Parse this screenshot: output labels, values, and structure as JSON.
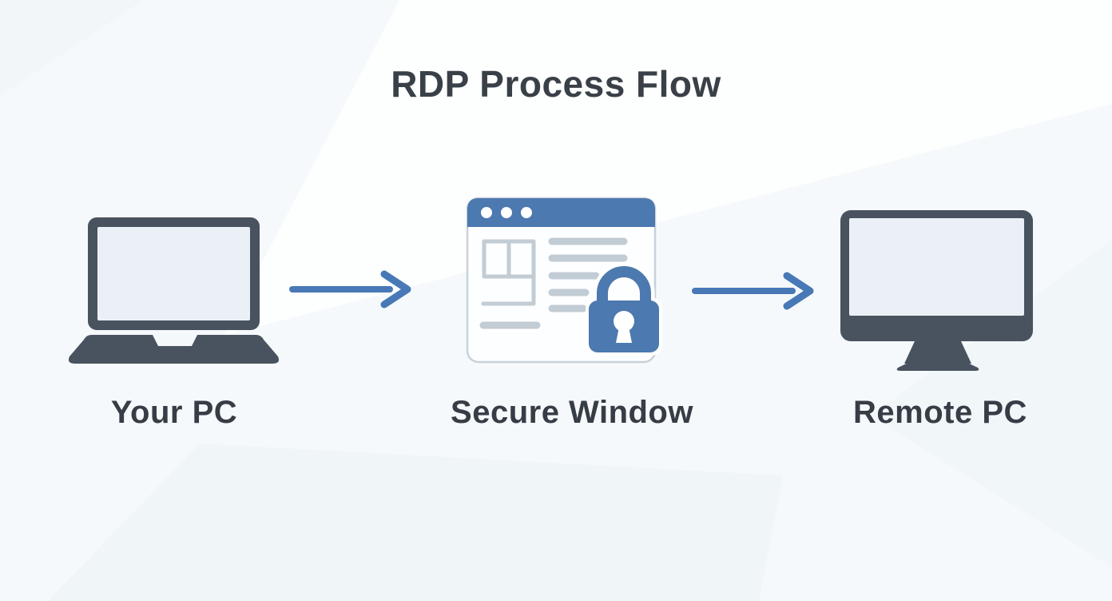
{
  "title": "RDP Process Flow",
  "nodes": [
    {
      "id": "your-pc",
      "label": "Your PC",
      "icon": "laptop-icon"
    },
    {
      "id": "secure-window",
      "label": "Secure Window",
      "icon": "secure-browser-lock-icon"
    },
    {
      "id": "remote-pc",
      "label": "Remote PC",
      "icon": "desktop-monitor-icon"
    }
  ],
  "connectors": [
    {
      "from": "your-pc",
      "to": "secure-window",
      "style": "arrow-right"
    },
    {
      "from": "secure-window",
      "to": "remote-pc",
      "style": "arrow-right"
    }
  ],
  "colors": {
    "background": "#f6f9fb",
    "title_text": "#3a4047",
    "label_text": "#363d46",
    "device_slate": "#49535f",
    "device_screen": "#eaf0f6",
    "accent_blue": "#4c79af",
    "arrow_blue": "#4879b6",
    "wireframe_grey": "#c2ccd4",
    "window_fill": "#fdfeff",
    "window_border": "#c8d2da"
  }
}
